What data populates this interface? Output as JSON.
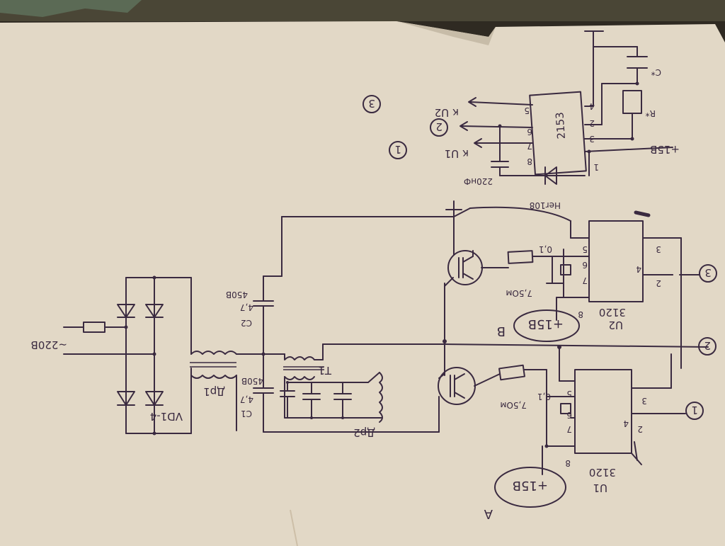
{
  "mains": {
    "label": "~220В"
  },
  "bridge": {
    "label": "VD1-4"
  },
  "choke1": {
    "label": "Др1"
  },
  "choke2": {
    "label": "Др2"
  },
  "transformer": {
    "label": "T1"
  },
  "cap_c1": {
    "name": "C1",
    "value": "4,7",
    "voltage": "450В"
  },
  "cap_c2": {
    "name": "C2",
    "value": "4,7",
    "voltage": "450В"
  },
  "u1": {
    "name": "U1",
    "part": "3120",
    "pins": {
      "p2": "2",
      "p3": "3",
      "p4": "4",
      "p5": "5",
      "p6": "6",
      "p7": "7",
      "p8": "8"
    },
    "res": "7,5Ом",
    "cap": "0,1"
  },
  "u2": {
    "name": "U2",
    "part": "3120",
    "pins": {
      "p2": "2",
      "p3": "3",
      "p4": "4",
      "p5": "5",
      "p6": "6",
      "p7": "7",
      "p8": "8"
    },
    "res": "7,5Ом",
    "cap": "0,1"
  },
  "u3": {
    "part": "2153",
    "pins": {
      "p1": "1",
      "p2": "2",
      "p3": "3",
      "p4": "4",
      "p5": "5",
      "p6": "6",
      "p7": "7",
      "p8": "8"
    }
  },
  "supply_a": {
    "label": "+15В",
    "letter": "А"
  },
  "supply_b": {
    "label": "+15В",
    "letter": "В"
  },
  "supply_top": {
    "label": "+15В"
  },
  "diode": {
    "label": "Her108"
  },
  "cap_220": {
    "label": "220нФ"
  },
  "r_star": {
    "label": "R*"
  },
  "c_star": {
    "label": "C*"
  },
  "outputs": {
    "k_u1": "к U1",
    "k_u2": "к U2",
    "n1": "1",
    "n2": "2",
    "n3": "3"
  }
}
